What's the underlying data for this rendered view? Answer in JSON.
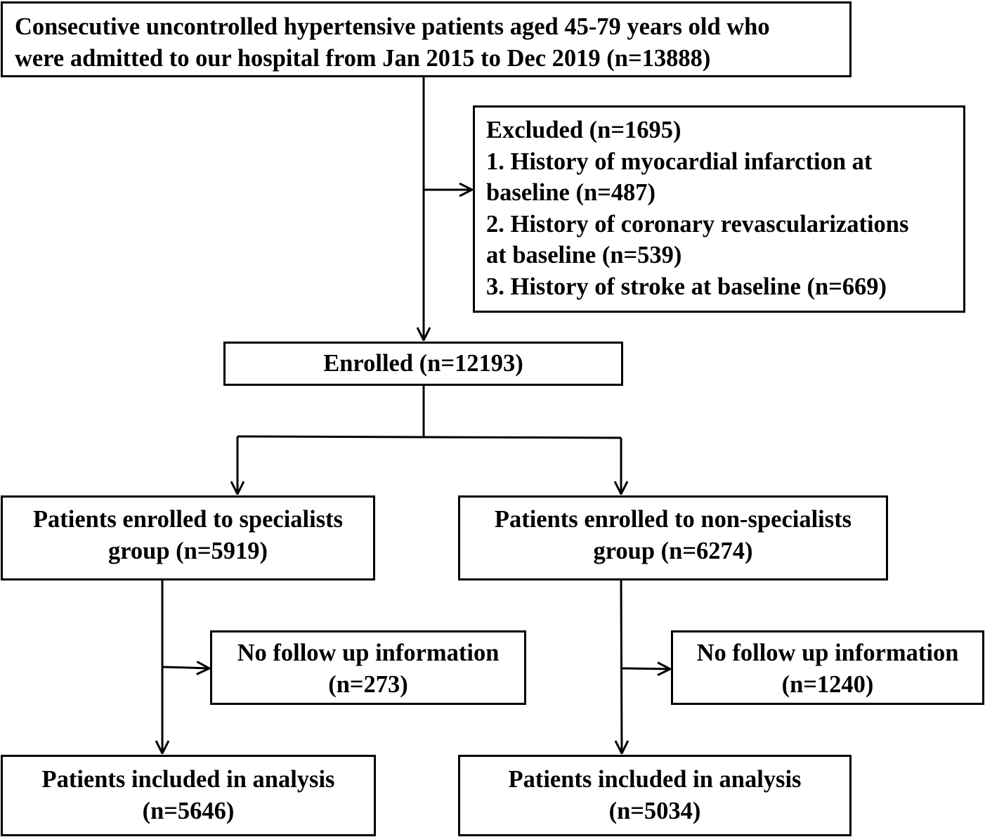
{
  "screened": {
    "lines": [
      "Consecutive uncontrolled hypertensive patients aged 45-79 years old who",
      "were admitted  to our hospital from Jan 2015 to Dec 2019 (n=13888)"
    ]
  },
  "excluded": {
    "lines": [
      "Excluded (n=1695)",
      "1. History of myocardial infarction at",
      "baseline (n=487)",
      "2. History of coronary revascularizations",
      "at baseline (n=539)",
      "3. History of stroke at baseline (n=669)"
    ]
  },
  "enrolled": {
    "label": "Enrolled (n=12193)"
  },
  "specialists": {
    "group": [
      "Patients enrolled to specialists",
      "group (n=5919)"
    ],
    "no_follow_up": [
      "No follow up information",
      "(n=273)"
    ],
    "analysis": [
      "Patients included in analysis",
      "(n=5646)"
    ]
  },
  "non_specialists": {
    "group": [
      "Patients enrolled to non-specialists",
      "group (n=6274)"
    ],
    "no_follow_up": [
      "No follow up information",
      "(n=1240)"
    ],
    "analysis": [
      "Patients included in analysis",
      "(n=5034)"
    ]
  },
  "colors": {
    "line": "#000000",
    "box_border": "#000000",
    "background": "#ffffff"
  }
}
